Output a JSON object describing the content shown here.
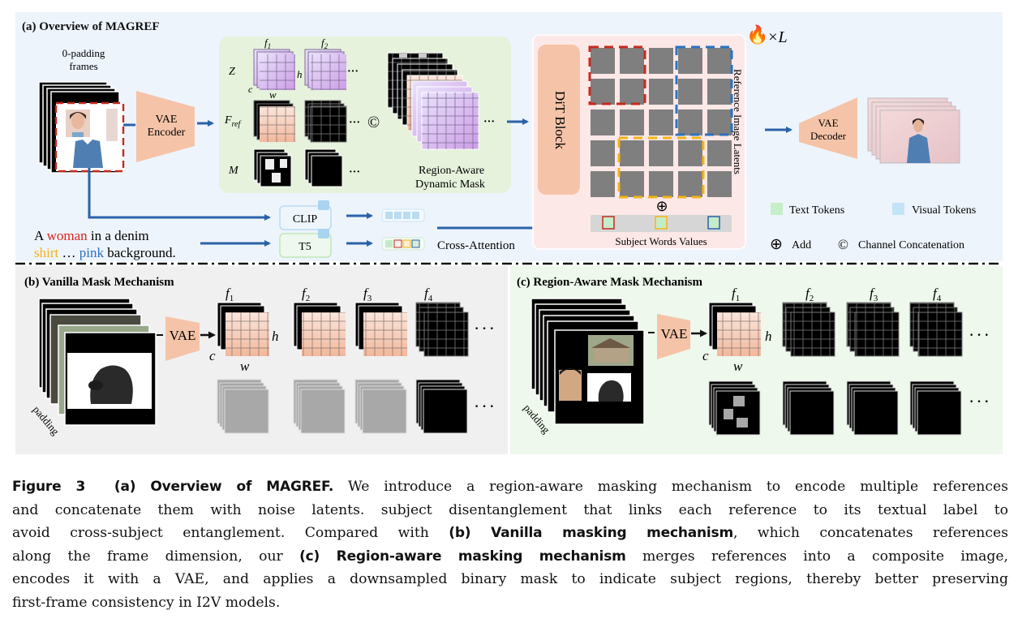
{
  "figure": {
    "panel_a": {
      "title": "(a) Overview of MAGREF",
      "frames_label_line1": "0-padding",
      "frames_label_line2": "frames",
      "vae_encoder_line1": "VAE",
      "vae_encoder_line2": "Encoder",
      "row_labels": {
        "z": "Z",
        "f_ref": "F",
        "f_ref_sub": "ref",
        "m": "M"
      },
      "latent_labels": {
        "f1": "f",
        "f1_sub": "1",
        "f2": "f",
        "f2_sub": "2",
        "c": "c",
        "h": "h",
        "w": "w"
      },
      "ellipsis": "···",
      "concat_symbol": "©",
      "dynamic_mask_line1": "Region-Aware",
      "dynamic_mask_line2": "Dynamic Mask",
      "clip_label": "CLIP",
      "t5_label": "T5",
      "cross_attention_label": "Cross-Attention",
      "dit_block_label": "DiT Block",
      "repeat_label": "×L",
      "reference_latents_label": "Reference Image Latents",
      "add_symbol": "⊕",
      "subject_words_label": "Subject Words Values",
      "vae_decoder_line1": "VAE",
      "vae_decoder_line2": "Decoder",
      "prompt": {
        "part1": "A ",
        "woman": "woman",
        "part2": " in a denim",
        "shirt": "shirt",
        "part3": " … ",
        "pink": "pink",
        "part4": " background."
      },
      "legend": {
        "text_tokens": "Text Tokens",
        "visual_tokens": "Visual Tokens",
        "add": "Add",
        "channel_concat": "Channel Concatenation"
      }
    },
    "panel_b": {
      "title": "(b) Vanilla Mask Mechanism",
      "vae_label": "VAE",
      "padding_label": "padding",
      "frame_labels": [
        "1",
        "2",
        "3",
        "4"
      ],
      "f": "f",
      "c": "c",
      "h": "h",
      "w": "w",
      "ellipsis": "· · ·"
    },
    "panel_c": {
      "title": "(c) Region-Aware Mask Mechanism",
      "vae_label": "VAE",
      "padding_label": "padding",
      "frame_labels": [
        "1",
        "2",
        "3",
        "4"
      ],
      "f": "f",
      "c": "c",
      "h": "h",
      "w": "w",
      "ellipsis": "· · ·"
    },
    "colors": {
      "panel_a_bg": "#eef4fc",
      "panel_b_bg": "#f0f0f0",
      "panel_c_bg": "#eef8ec",
      "arrow": "#2a62a8",
      "vae": "#f5c4a8",
      "woman_red": "#d9261c",
      "shirt_yellow": "#f5b316",
      "pink_blue": "#2a73c0"
    }
  },
  "caption": {
    "label": "Figure 3",
    "bold_a": "(a) Overview of MAGREF.",
    "line1_rest": " We introduce a region-aware masking mechanism to encode multiple references",
    "line2": "and concatenate them with noise latents. subject disentanglement that links each reference to its textual label to",
    "line3_pre": "avoid cross-subject entanglement. Compared with ",
    "bold_b": "(b) Vanilla masking mechanism",
    "line3_post": ", which concatenates references",
    "line4_pre": "along the frame dimension, our ",
    "bold_c": "(c) Region-aware masking mechanism",
    "line4_post": " merges references into a composite image,",
    "line5": "encodes it with a VAE, and applies a downsampled binary mask to indicate subject regions, thereby better preserving",
    "line6": "first-frame consistency in I2V models."
  }
}
